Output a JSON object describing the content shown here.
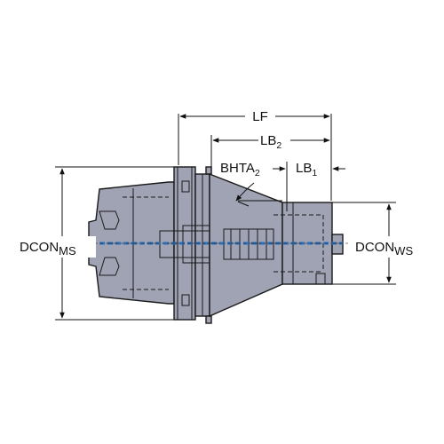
{
  "labels": {
    "lf": "LF",
    "lb2": {
      "base": "LB",
      "sub": "2"
    },
    "bhta2": {
      "base": "BHTA",
      "sub": "2"
    },
    "lb1": {
      "base": "LB",
      "sub": "1"
    },
    "dcon_ms": {
      "base": "DCON",
      "sub": "MS"
    },
    "dcon_ws": {
      "base": "DCON",
      "sub": "WS"
    }
  },
  "colors": {
    "body": "#a0a3b4",
    "coolant_channel": "#2d6fb8",
    "line": "#111111"
  }
}
